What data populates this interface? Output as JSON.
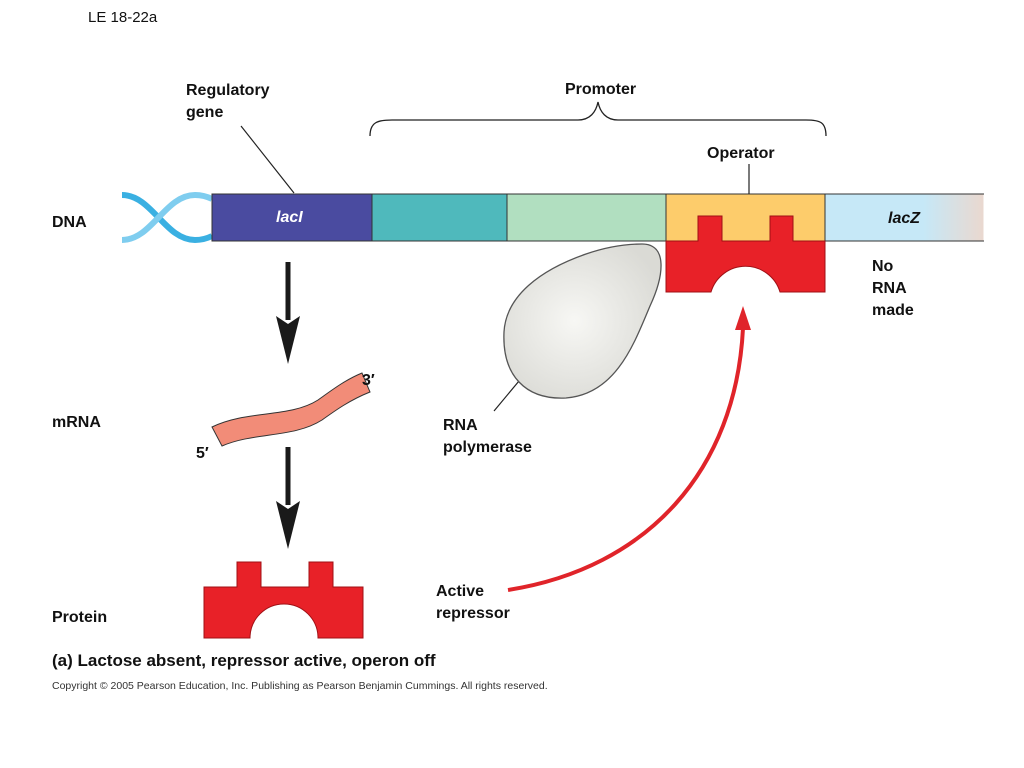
{
  "slide_id": "LE 18-22a",
  "labels": {
    "regulatory_gene": "Regulatory\ngene",
    "promoter": "Promoter",
    "operator": "Operator",
    "dna": "DNA",
    "laci": "lacI",
    "lacz": "lacZ",
    "no_rna_made": "No\nRNA\nmade",
    "mrna": "mRNA",
    "three_prime": "3′",
    "five_prime": "5′",
    "rna_polymerase": "RNA\npolymerase",
    "active_repressor": "Active\nrepressor",
    "protein": "Protein"
  },
  "caption": "(a) Lactose absent, repressor active, operon off",
  "copyright": "Copyright ©  2005 Pearson Education, Inc. Publishing as Pearson Benjamin Cummings. All rights reserved.",
  "colors": {
    "laci_gene": "#4a4ba0",
    "promoter_region_1": "#4fb9bc",
    "promoter_region_2": "#b1dfc0",
    "operator": "#fdcc6b",
    "lacz_gene": "#c6e8f7",
    "repressor": "#e82128",
    "mrna": "#f28c78",
    "rna_polymerase": "#eaeae6",
    "dna_helix": "#3ab0e2",
    "arrow_red": "#e0242a"
  }
}
